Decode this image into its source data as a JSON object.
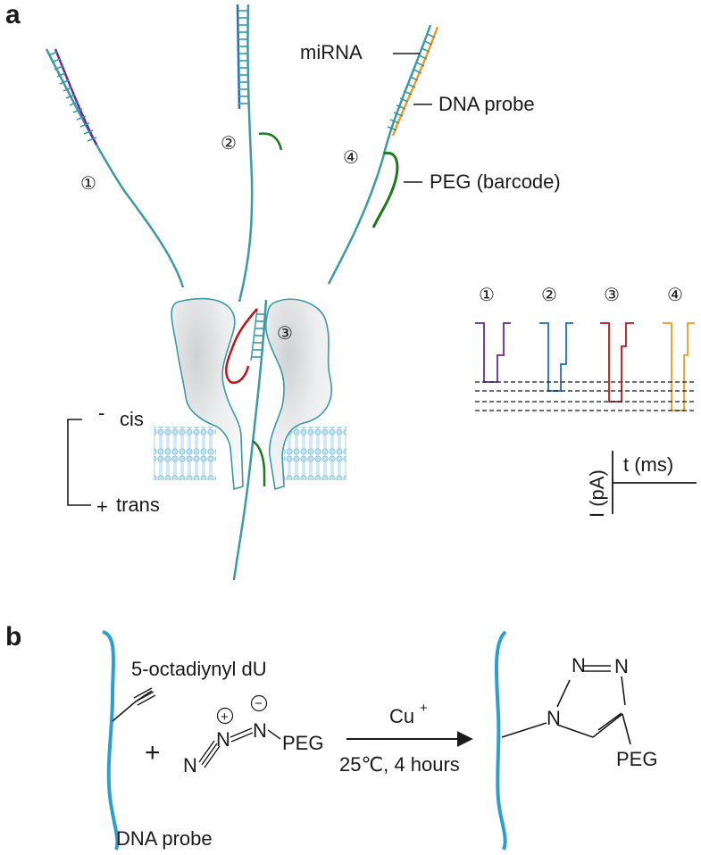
{
  "panel_a": {
    "letter": "a",
    "label_mirna": "miRNA",
    "label_dna_probe": "DNA probe",
    "label_peg": "PEG (barcode)",
    "label_cis": "cis",
    "label_cis_sign": "-",
    "label_trans": "trans",
    "label_trans_sign": "+",
    "strand_numbers": [
      "①",
      "②",
      "③",
      "④"
    ],
    "trace_numbers": [
      "①",
      "②",
      "③",
      "④"
    ],
    "axis_time": "t (ms)",
    "axis_current": "I (pA)"
  },
  "panel_b": {
    "letter": "b",
    "label_monomer": "5-octadiynyl dU",
    "label_dna_probe": "DNA probe",
    "plus": "+",
    "azide_n": "N",
    "azide_peg": "PEG",
    "charge_plus": "+",
    "charge_minus": "−",
    "catalyst": "Cu",
    "catalyst_charge": "+",
    "conditions": "25℃, 4 hours",
    "product_n": "N",
    "product_peg": "PEG"
  },
  "colors": {
    "teal_strand": "#3a9aa6",
    "purple": "#6a2a9a",
    "blue": "#1e6fc0",
    "red": "#c0141b",
    "orange": "#f39a1e",
    "green": "#1a7a1a",
    "pore_fill": "#ecedee",
    "pore_stroke": "#3a9aa6",
    "probe_blue": "#2aa0d2"
  }
}
